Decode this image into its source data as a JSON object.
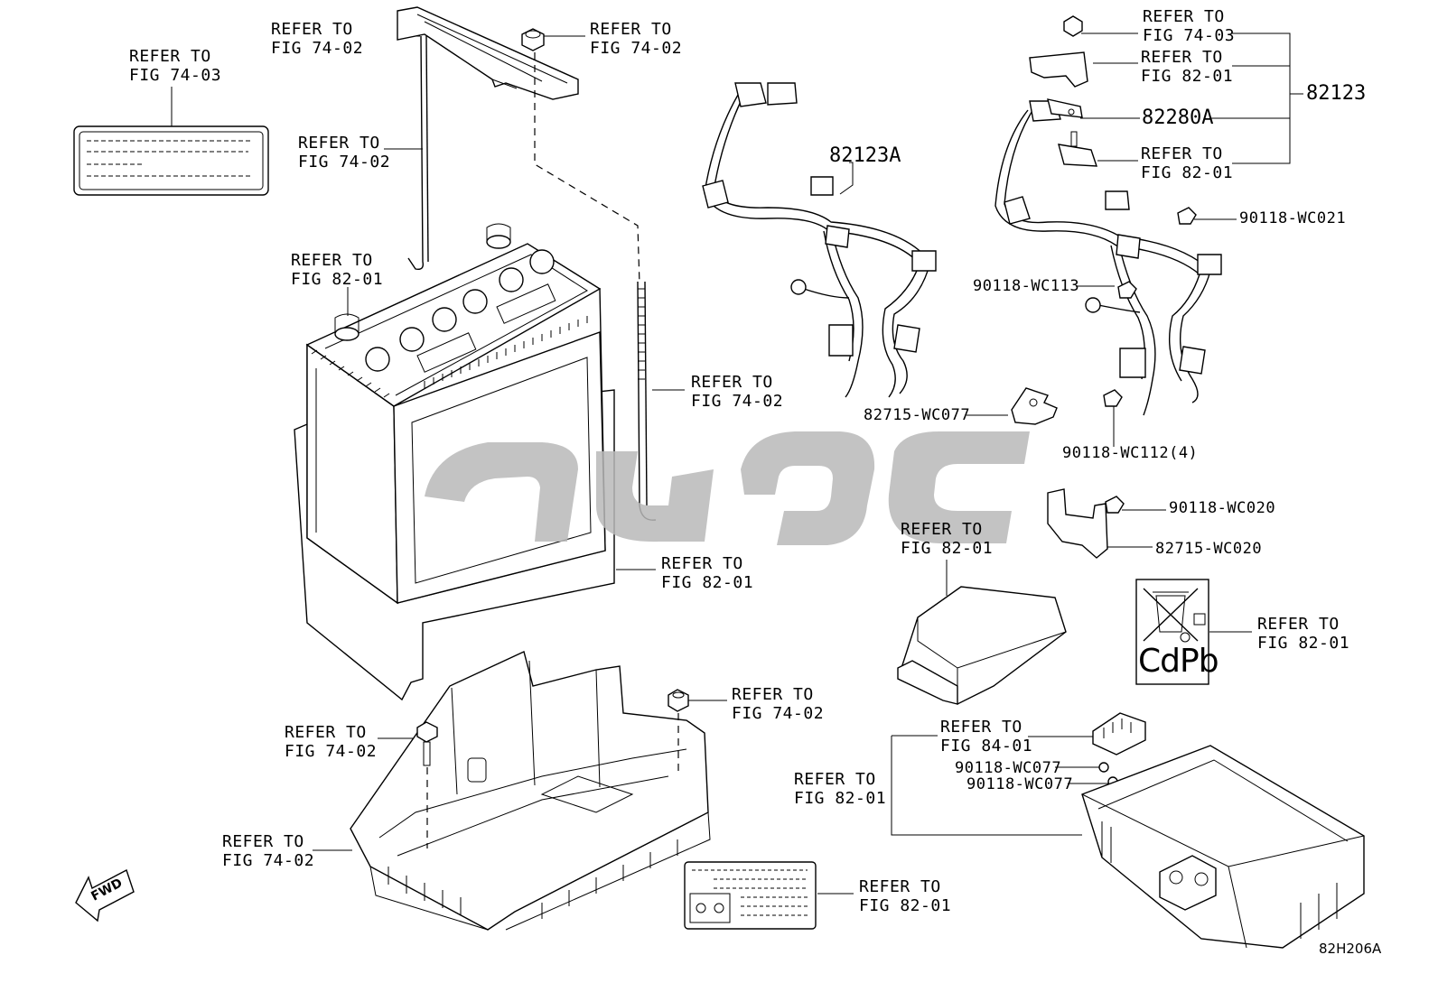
{
  "callouts": {
    "c_label_top": "REFER TO\nFIG 74-03",
    "c_hold_top": "REFER TO\nFIG 74-02",
    "c_nut_top": "REFER TO\nFIG 74-02",
    "c_rod": "REFER TO\nFIG 74-02",
    "c_terminal": "REFER TO\nFIG 82-01",
    "c_bolt_right": "REFER TO\nFIG 74-02",
    "c_battery": "REFER TO\nFIG 82-01",
    "c_tray_nut": "REFER TO\nFIG 74-02",
    "c_tray_bolt": "REFER TO\nFIG 74-02",
    "c_tray": "REFER TO\nFIG 74-02",
    "c_caution_label": "REFER TO\nFIG 82-01",
    "c_r_nut": "REFER TO\nFIG 74-03",
    "c_r_clamp": "REFER TO\nFIG 82-01",
    "c_r_sensor": "REFER TO\nFIG 82-01",
    "c_ecu": "REFER TO\nFIG 82-01",
    "c_recycle": "REFER TO\nFIG 82-01",
    "c_connector": "REFER TO\nFIG 84-01",
    "c_module": "REFER TO\nFIG 82-01"
  },
  "parts": {
    "p_82123": "82123",
    "p_82123a": "82123A",
    "p_82280a": "82280A",
    "p_wc021": "90118-WC021",
    "p_wc113": "90118-WC113",
    "p_82715_wc077": "82715-WC077",
    "p_wc112": "90118-WC112(4)",
    "p_wc020": "90118-WC020",
    "p_82715_wc020": "82715-WC020",
    "p_wc077a": "90118-WC077",
    "p_wc077b": "90118-WC077"
  },
  "symbols": {
    "recycle_text": "CdPb",
    "fwd_text": "FWD"
  },
  "diagram_code": "82H206A",
  "icons": {
    "fwd_arrow": "fwd-arrow-icon",
    "recycle": "crossed-bin-recycle-icon"
  }
}
